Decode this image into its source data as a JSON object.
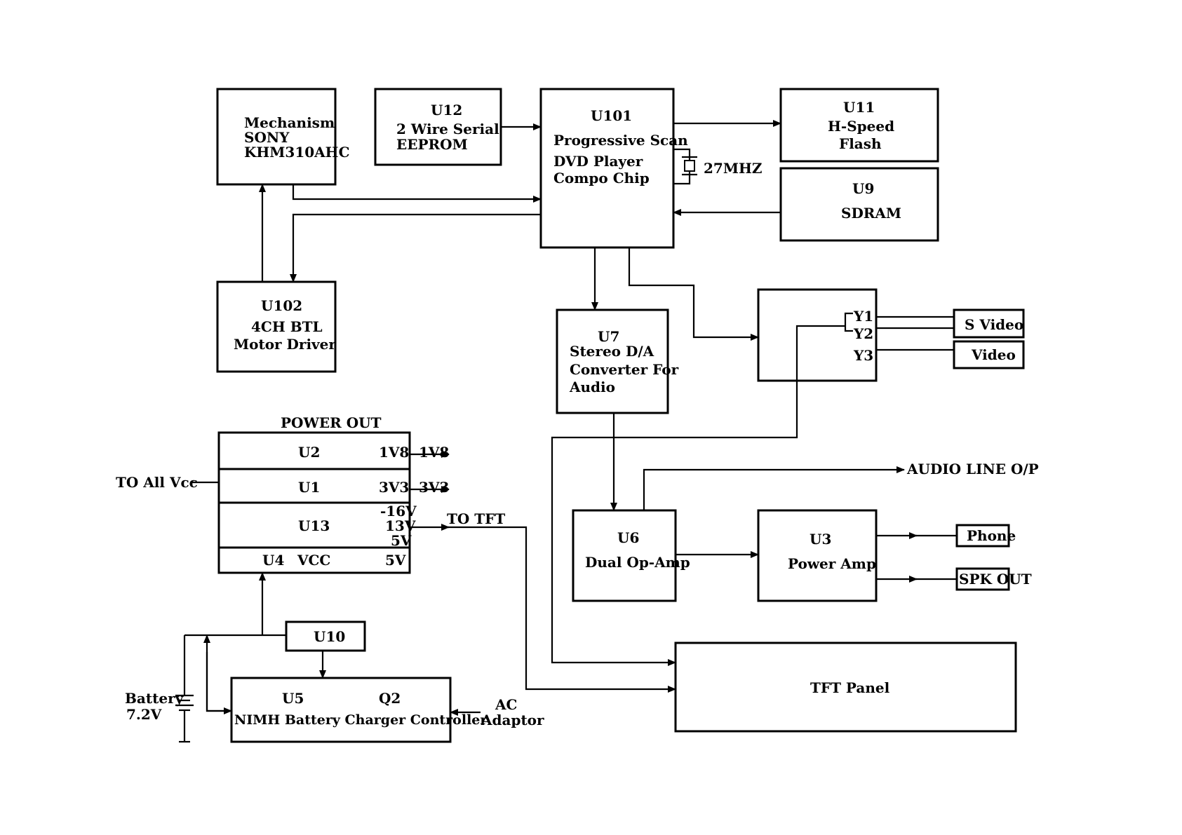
{
  "blocks": {
    "mechanism": {
      "l1": "Mechanism",
      "l2": "SONY",
      "l3": "KHM310AHC"
    },
    "u12": {
      "l1": "U12",
      "l2": "2 Wire Serial",
      "l3": "EEPROM"
    },
    "u101": {
      "l1": "U101",
      "l2": "Progressive Scan",
      "l3": "DVD Player",
      "l4": "Compo Chip"
    },
    "crystal": {
      "label": "27MHZ"
    },
    "u11": {
      "l1": "U11",
      "l2": "H-Speed",
      "l3": "Flash"
    },
    "u9": {
      "l1": "U9",
      "l2": "SDRAM"
    },
    "u102": {
      "l1": "U102",
      "l2": "4CH BTL",
      "l3": "Motor Driver"
    },
    "u7": {
      "l1": "U7",
      "l2": "Stereo D/A",
      "l3": "Converter For",
      "l4": "Audio"
    },
    "video_mux": {
      "y1": "Y1",
      "y2": "Y2",
      "y3": "Y3"
    },
    "s_video": {
      "label": "S Video"
    },
    "video": {
      "label": "Video"
    },
    "power_out": {
      "title": "POWER OUT",
      "u2": "U2",
      "u2_out": "1V8",
      "u1": "U1",
      "u1_out": "3V3",
      "u13": "U13",
      "u13_out1": "-16V",
      "u13_out2": "13V",
      "u13_out3": "5V",
      "u4": "U4",
      "u4_vcc": "VCC",
      "u4_out": "5V"
    },
    "out_1v8": "1V8",
    "out_3v3": "3V3",
    "to_tft": "TO TFT",
    "to_all_vcc": "TO All Vcc",
    "audio_line": "AUDIO LINE O/P",
    "u6": {
      "l1": "U6",
      "l2": "Dual Op-Amp"
    },
    "u3": {
      "l1": "U3",
      "l2": "Power Amp"
    },
    "phone": {
      "label": "Phone"
    },
    "spk_out": {
      "label": "SPK OUT"
    },
    "u10": {
      "label": "U10"
    },
    "u5": {
      "l1": "U5",
      "l2": "Q2",
      "l3": "NIMH Battery Charger Controller"
    },
    "battery": {
      "l1": "Battery",
      "l2": "7.2V"
    },
    "ac_adaptor": {
      "l1": "AC",
      "l2": "Adaptor"
    },
    "tft_panel": {
      "label": "TFT Panel"
    }
  }
}
